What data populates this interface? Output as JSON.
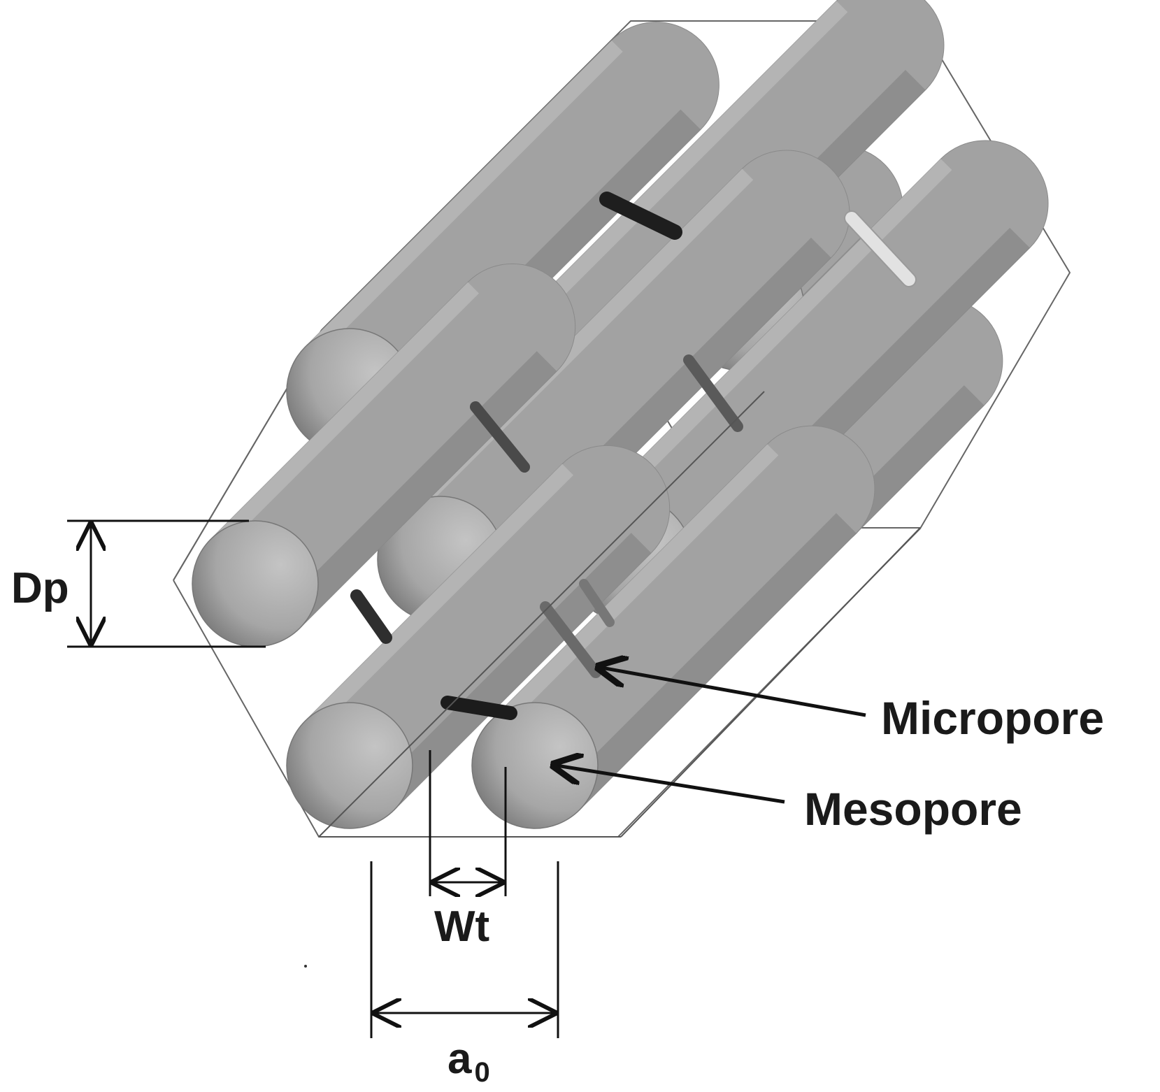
{
  "labels": {
    "dp": "Dp",
    "micropore": "Micropore",
    "mesopore": "Mesopore",
    "wt": "Wt",
    "a0_base": "a",
    "a0_sub": "0"
  },
  "colors": {
    "background": "#ffffff",
    "cylinder_light": "#bdbdbd",
    "cylinder_mid": "#9c9c9c",
    "cylinder_dark": "#6e6e6e",
    "micropore_dark": "#2a2a2a",
    "micropore_light": "#e6e6e6",
    "frame": "#555555",
    "dimension_line": "#111111"
  }
}
